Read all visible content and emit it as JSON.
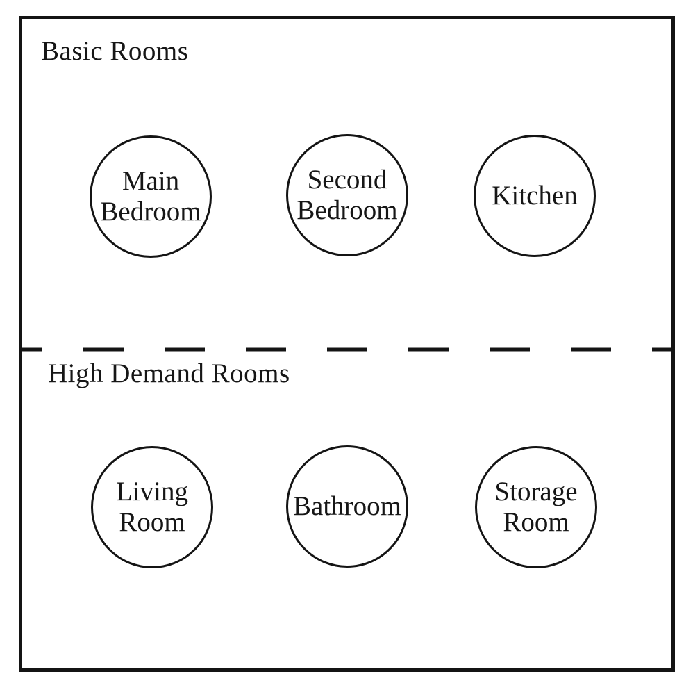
{
  "diagram": {
    "sections": [
      {
        "label": "Basic Rooms",
        "rooms": [
          {
            "name": "Main Bedroom",
            "lines": [
              "Main",
              "Bedroom"
            ]
          },
          {
            "name": "Second Bedroom",
            "lines": [
              "Second",
              "Bedroom"
            ]
          },
          {
            "name": "Kitchen",
            "lines": [
              "Kitchen"
            ]
          }
        ]
      },
      {
        "label": "High Demand Rooms",
        "rooms": [
          {
            "name": "Living Room",
            "lines": [
              "Living",
              "Room"
            ]
          },
          {
            "name": "Bathroom",
            "lines": [
              "Bathroom"
            ]
          },
          {
            "name": "Storage Room",
            "lines": [
              "Storage",
              "Room"
            ]
          }
        ]
      }
    ],
    "divider": {
      "style": "dashed"
    },
    "colors": {
      "line": "#141414",
      "text": "#161616",
      "background": "#ffffff"
    }
  }
}
